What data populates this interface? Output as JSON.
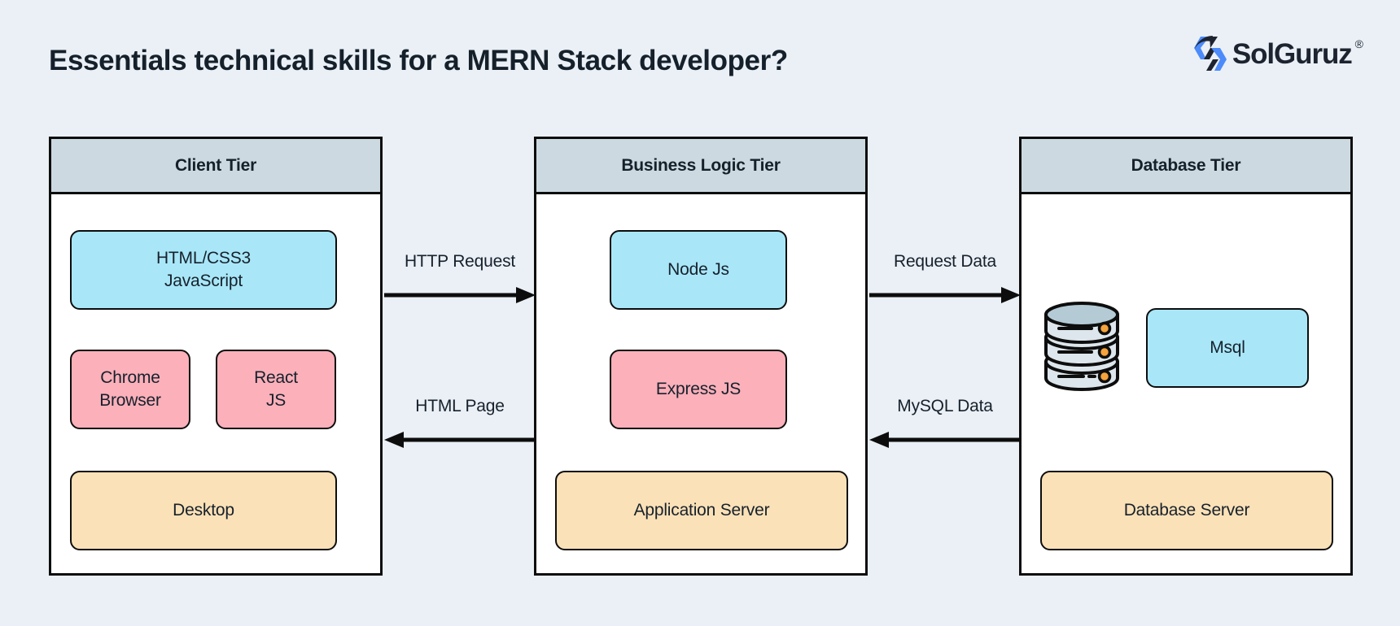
{
  "page": {
    "title": "Essentials technical skills for a MERN Stack developer?",
    "background_color": "#eaf0f5"
  },
  "brand": {
    "name": "SolGuruz",
    "registered_mark": "®",
    "mark_color_primary": "#4d8bfb",
    "mark_color_secondary": "#1d2430"
  },
  "colors": {
    "header_fill": "#ccd9e0",
    "panel_fill": "#ffffff",
    "stroke": "#0d0d0d",
    "cyan": "#a9e7f8",
    "pink": "#fbb0ba",
    "peach": "#fbe1b7",
    "db_icon_fill": "#dde6ec",
    "db_icon_top": "#b4cbd6",
    "db_icon_dot": "#f5a33c"
  },
  "tiers": [
    {
      "id": "client",
      "title": "Client Tier",
      "cards": [
        {
          "id": "html-css-js",
          "label": "HTML/CSS3\nJavaScript",
          "color": "cyan"
        },
        {
          "id": "chrome-browser",
          "label": "Chrome\nBrowser",
          "color": "pink"
        },
        {
          "id": "react-js",
          "label": "React\nJS",
          "color": "pink"
        },
        {
          "id": "desktop",
          "label": "Desktop",
          "color": "peach"
        }
      ]
    },
    {
      "id": "business-logic",
      "title": "Business Logic Tier",
      "cards": [
        {
          "id": "node-js",
          "label": "Node Js",
          "color": "cyan"
        },
        {
          "id": "express-js",
          "label": "Express JS",
          "color": "pink"
        },
        {
          "id": "application-server",
          "label": "Application Server",
          "color": "peach"
        }
      ]
    },
    {
      "id": "database",
      "title": "Database Tier",
      "cards": [
        {
          "id": "msql",
          "label": "Msql",
          "color": "cyan"
        },
        {
          "id": "database-server",
          "label": "Database Server",
          "color": "peach"
        }
      ],
      "icons": [
        {
          "id": "database-cylinder",
          "name": "database-icon"
        }
      ]
    }
  ],
  "connectors": [
    {
      "id": "http-request",
      "label": "HTTP Request",
      "direction": "right",
      "from": "client",
      "to": "business-logic"
    },
    {
      "id": "html-page",
      "label": "HTML Page",
      "direction": "left",
      "from": "business-logic",
      "to": "client"
    },
    {
      "id": "request-data",
      "label": "Request Data",
      "direction": "right",
      "from": "business-logic",
      "to": "database"
    },
    {
      "id": "mysql-data",
      "label": "MySQL Data",
      "direction": "left",
      "from": "database",
      "to": "business-logic"
    }
  ]
}
